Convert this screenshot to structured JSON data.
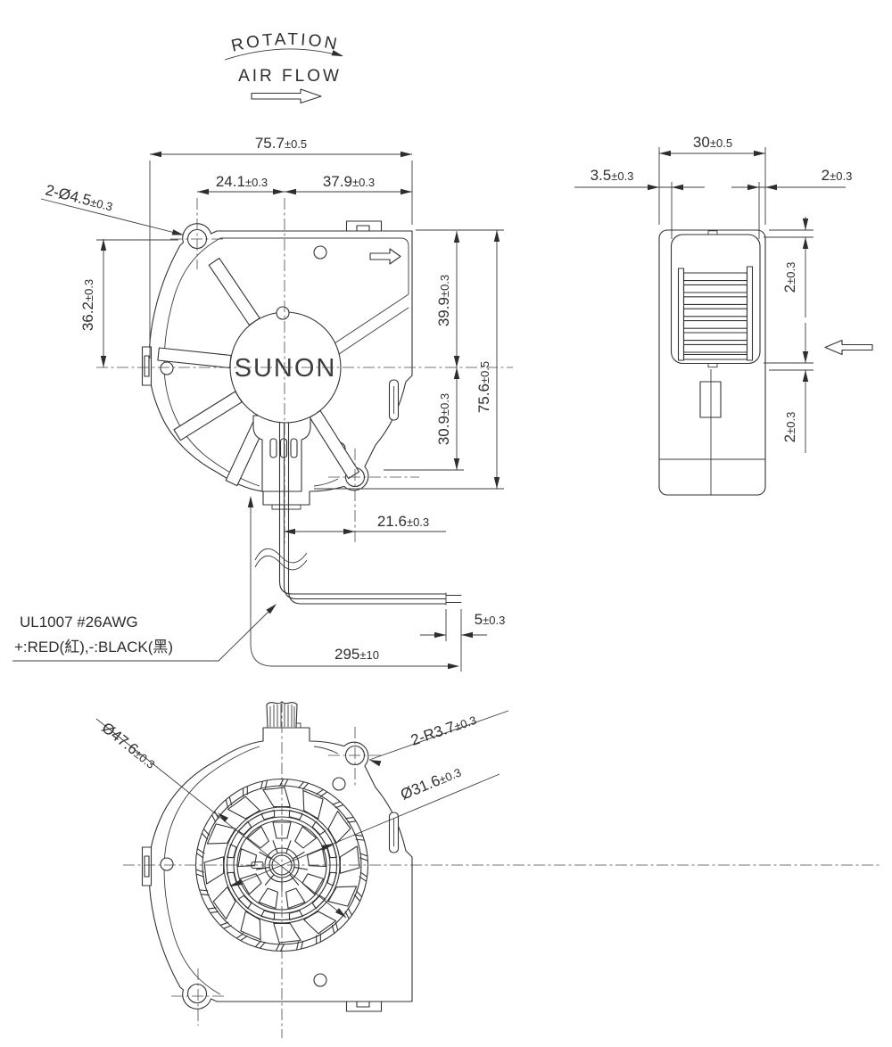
{
  "drawing": {
    "top": {
      "rotation": "ROTATION",
      "air_flow": "AIR FLOW"
    },
    "front_view": {
      "brand": "SUNON",
      "dim_overall_width": {
        "value": "75.7",
        "tol": "±0.5"
      },
      "dim_hole_to_center": {
        "value": "24.1",
        "tol": "±0.3"
      },
      "dim_center_to_right": {
        "value": "37.9",
        "tol": "±0.3"
      },
      "dim_mount_holes": {
        "value": "2-Ø4.5",
        "tol": "±0.3"
      },
      "dim_hole_height": {
        "value": "36.2",
        "tol": "±0.3"
      },
      "dim_upper_height": {
        "value": "39.9",
        "tol": "±0.3"
      },
      "dim_lower_height": {
        "value": "30.9",
        "tol": "±0.3"
      },
      "dim_overall_height": {
        "value": "75.6",
        "tol": "±0.5"
      },
      "dim_wire_offset": {
        "value": "21.6",
        "tol": "±0.3"
      }
    },
    "side_view": {
      "dim_depth": {
        "value": "30",
        "tol": "±0.5"
      },
      "dim_inlet_offset": {
        "value": "3.5",
        "tol": "±0.3"
      },
      "dim_right_offset": {
        "value": "2",
        "tol": "±0.3"
      },
      "dim_upper_lip": {
        "value": "2",
        "tol": "±0.3"
      },
      "dim_lower_lip": {
        "value": "2",
        "tol": "±0.3"
      }
    },
    "bottom_view": {
      "dim_impeller_outer": {
        "value": "Ø47.6",
        "tol": "±0.3"
      },
      "dim_corner_radius": {
        "value": "2-R3.7",
        "tol": "±0.3"
      },
      "dim_impeller_inner": {
        "value": "Ø31.6",
        "tol": "±0.3"
      }
    },
    "wiring": {
      "note_line1": "UL1007  #26AWG",
      "note_line2": "+:RED(紅),-:BLACK(黑)",
      "dim_length": {
        "value": "295",
        "tol": "±10"
      },
      "dim_strip": {
        "value": "5",
        "tol": "±0.3"
      }
    }
  }
}
